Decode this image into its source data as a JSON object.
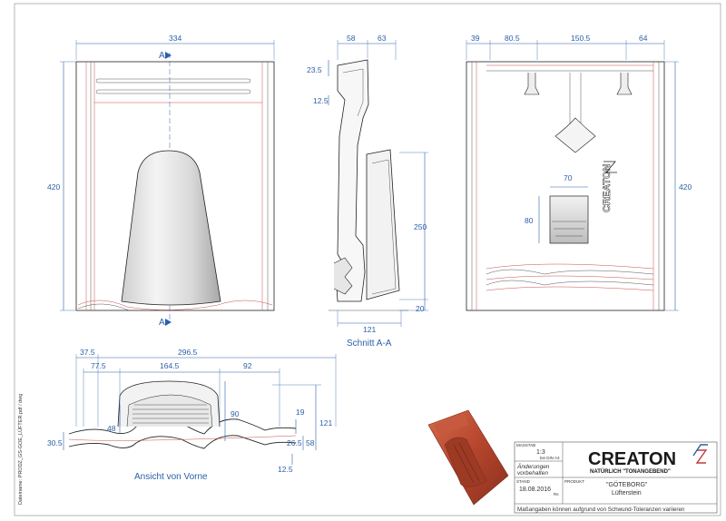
{
  "front_view": {
    "dims": {
      "width": "334",
      "height": "420"
    },
    "section_marks": {
      "top": "A",
      "bottom": "A"
    }
  },
  "section_view": {
    "label": "Schnitt A-A",
    "dims": {
      "top_a": "58",
      "top_b": "63",
      "d_23_5": "23.5",
      "d_12_5": "12.5",
      "d_250": "250",
      "d_20": "20",
      "bottom": "121"
    }
  },
  "rear_view": {
    "dims": {
      "a": "39",
      "b": "80.5",
      "c": "150.5",
      "d": "64",
      "height": "420",
      "opening_w": "70",
      "opening_h": "80"
    },
    "brand_text": "CREATON"
  },
  "end_view": {
    "label": "Ansicht von Vorne",
    "dims": {
      "d_37_5": "37.5",
      "d_296_5": "296.5",
      "d_77_5": "77.5",
      "d_164_5": "164.5",
      "d_92": "92",
      "d_48": "48",
      "d_90": "90",
      "d_19": "19",
      "d_121": "121",
      "d_30_5": "30.5",
      "d_26_5": "26.5",
      "d_58": "58",
      "d_12_5": "12.5"
    }
  },
  "side_text": "Dateiname: PRODZ_GS-GOE_LÜFTER.pdf / dwg",
  "title_block": {
    "massstab_label": "MASSTAB",
    "scale": "1:3",
    "scale_note": "bei DIN A3",
    "changes_1": "Änderungen",
    "changes_2": "vorbehalten",
    "stand_label": "STAND",
    "date": "18.08.2016",
    "initials": "Rs",
    "produkt_label": "PRODUKT",
    "product_name": "\"GÖTEBORG\"",
    "product_sub": "Lüfterstein",
    "brand": "CREATON",
    "tagline": "NATÜRLICH \"TONANGEBEND\"",
    "disclaimer": "Maßangaben können aufgrund von Schwund-Toleranzen variieren"
  },
  "colors": {
    "dimension": "#2b5fa8",
    "tile": "#b5452c",
    "outline": "#222222",
    "red_line": "#c23a3a"
  }
}
